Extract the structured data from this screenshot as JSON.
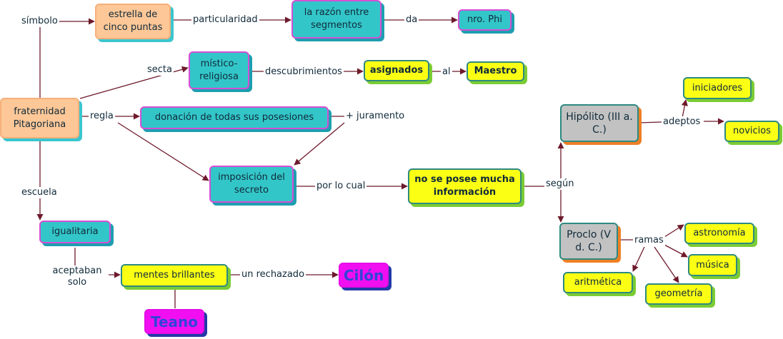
{
  "nodes": {
    "estrella": "estrella de cinco puntas",
    "razon": "la razón entre segmentos",
    "phi": "nro. Phi",
    "fraternidad": "fraternidad Pitagoriana",
    "mistico": "místico-religiosa",
    "asignados": "asignados",
    "maestro": "Maestro",
    "donacion": "donación de todas sus posesiones",
    "imposicion": "imposición del secreto",
    "informacion": "no se posee mucha información",
    "hipolito": "Hipólito (III a. C.)",
    "proclo": "Proclo (V d. C.)",
    "iniciadores": "iniciadores",
    "novicios": "novicios",
    "astronomia": "astronomía",
    "musica": "música",
    "aritmetica": "aritmética",
    "geometria": "geometría",
    "igualitaria": "igualitaria",
    "mentes": "mentes brillantes",
    "cilon": "Cilón",
    "teano": "Teano"
  },
  "links": {
    "simbolo": "símbolo",
    "particularidad": "particularidad",
    "da": "da",
    "secta": "secta",
    "descubrimientos": "descubrimientos",
    "al": "al",
    "regla": "regla",
    "juramento": "+ juramento",
    "porlocual": "por lo cual",
    "segun": "según",
    "adeptos": "adeptos",
    "ramas": "ramas",
    "escuela": "escuela",
    "aceptaban": "aceptaban solo",
    "rechazado": "un rechazado"
  },
  "colors": {
    "line": "#6e1a2c",
    "teal": "#33c6c8",
    "peach": "#fdc797",
    "yellow": "#fbff14",
    "gray": "#c2c2c2",
    "magenta": "#f10ff1"
  }
}
